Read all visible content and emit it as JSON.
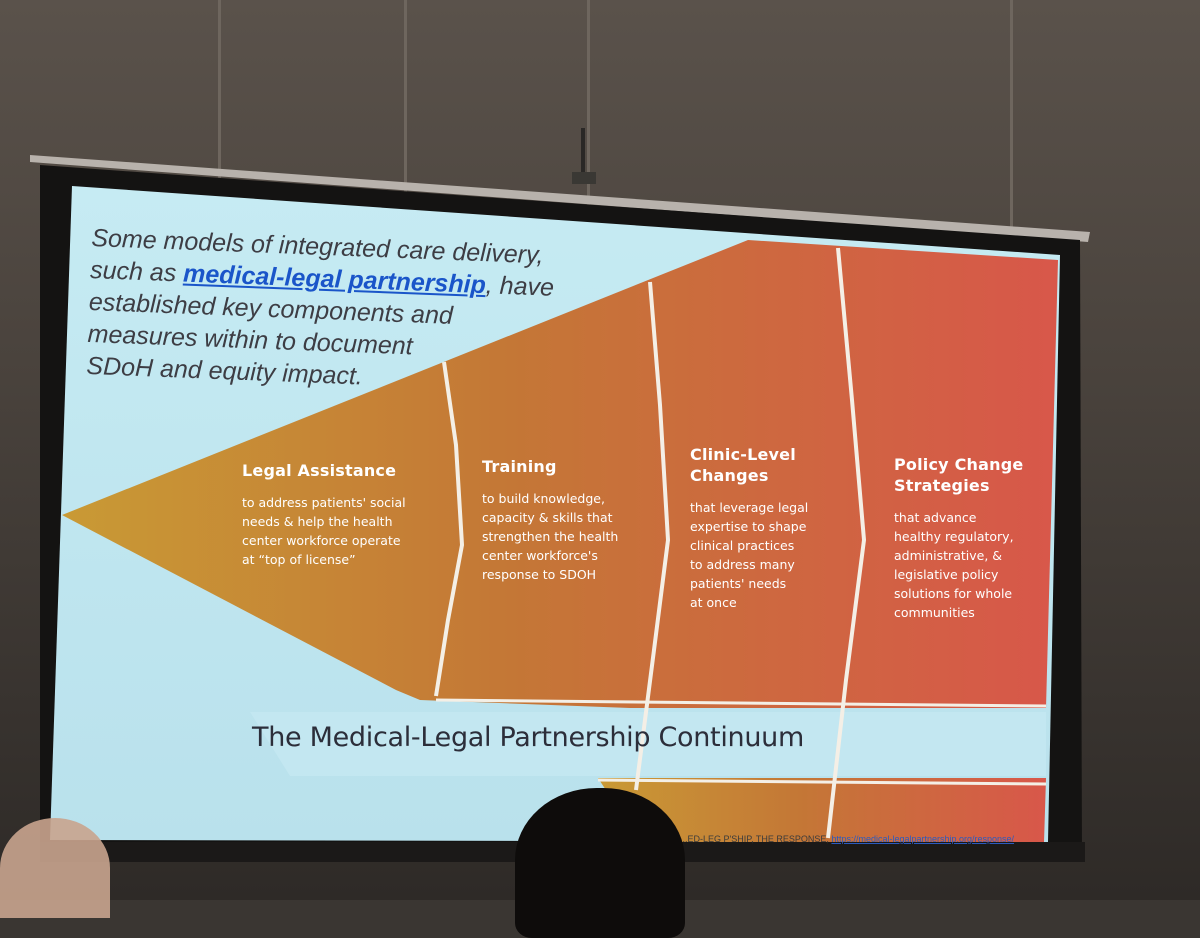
{
  "slide": {
    "intro": {
      "line1": "Some models of integrated care delivery,",
      "line2_prefix": "such as ",
      "line2_link": "medical-legal partnership",
      "line2_suffix": ", have",
      "line3": "established key components and",
      "line4": "measures within to document",
      "line5": "SDoH and equity impact."
    },
    "stages": [
      {
        "title": "Legal Assistance",
        "desc_lines": [
          "to address patients' social",
          "needs & help the health",
          "center workforce operate",
          "at “top of license”"
        ]
      },
      {
        "title": "Training",
        "desc_lines": [
          "to build knowledge,",
          "capacity & skills that",
          "strengthen the health",
          "center workforce's",
          "response to SDOH"
        ]
      },
      {
        "title_lines": [
          "Clinic-Level",
          "Changes"
        ],
        "desc_lines": [
          "that leverage legal",
          "expertise to shape",
          "clinical practices",
          "to address many",
          "patients' needs",
          "at once"
        ]
      },
      {
        "title_lines": [
          "Policy Change",
          "Strategies"
        ],
        "desc_lines": [
          "that advance",
          "healthy regulatory,",
          "administrative, &",
          "legislative policy",
          "solutions for whole",
          "communities"
        ]
      }
    ],
    "footer_title": "The Medical-Legal Partnership Continuum",
    "citation_prefix": "...ED-LEG P'SHIP, THE RESPONSE, ",
    "citation_url": "https://medical-legalpartnership.org/response/"
  },
  "colors": {
    "slide_background": "#bfe6f0",
    "funnel_start": "#c9962e",
    "funnel_end": "#d9584a",
    "divider": "#f4efe6",
    "intro_text": "#3d3d44",
    "link": "#1a55c9"
  }
}
